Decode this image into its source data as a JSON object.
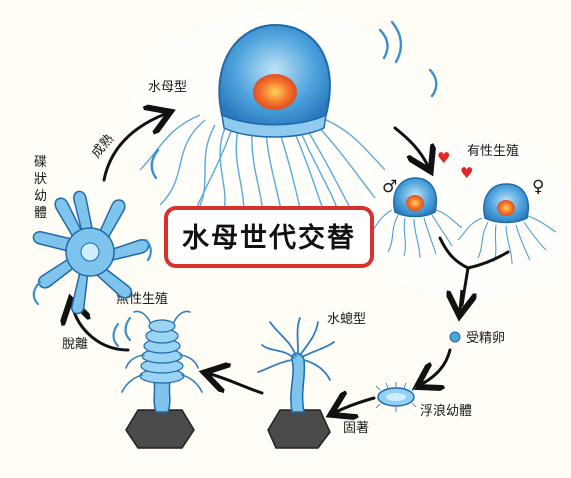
{
  "title": "水母世代交替",
  "stages": {
    "medusa": "水母型",
    "sexual_reproduction": "有性生殖",
    "fertilized_egg": "受精卵",
    "planula": "浮浪幼體",
    "attachment": "固著",
    "polyp": "水螅型",
    "asexual_reproduction": "無性生殖",
    "detachment": "脫離",
    "ephyra": "碟狀幼體",
    "maturation": "成熟"
  },
  "symbols": {
    "male": "♂",
    "female": "♀",
    "hearts": [
      "♥",
      "♥"
    ]
  },
  "colors": {
    "jelly_blue": "#3a8fd0",
    "jelly_core": "#f06028",
    "title_border": "#d8302c",
    "arrow": "#111111",
    "heart": "#e02828"
  }
}
